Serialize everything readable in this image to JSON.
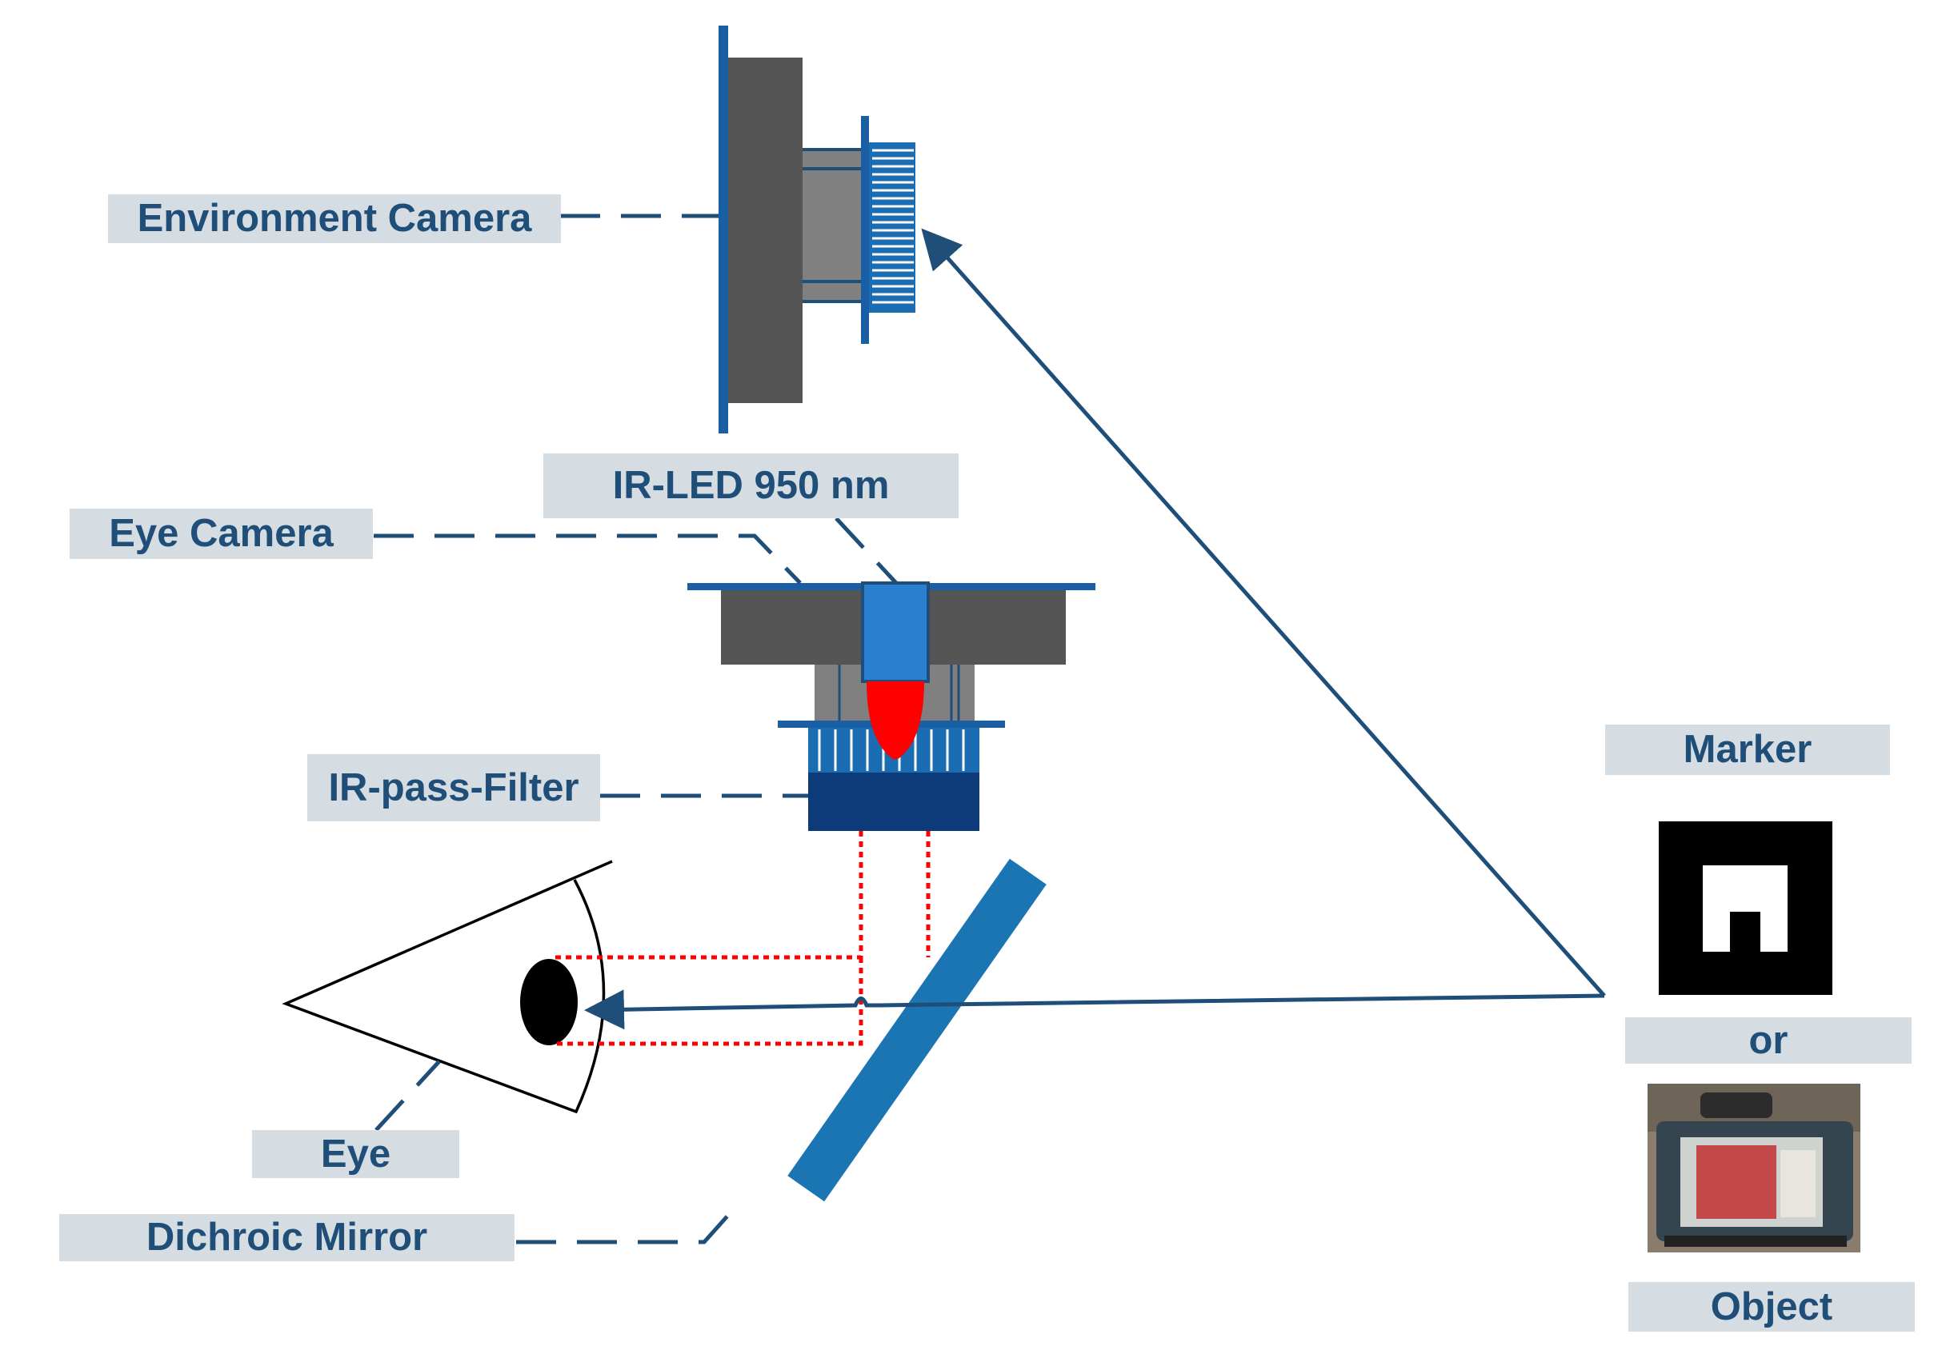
{
  "labels": {
    "environment_camera": "Environment Camera",
    "ir_led": "IR-LED 950 nm",
    "eye_camera": "Eye Camera",
    "ir_pass_filter": "IR-pass-Filter",
    "eye": "Eye",
    "dichroic_mirror": "Dichroic Mirror",
    "marker": "Marker",
    "or": "or",
    "object": "Object"
  },
  "colors": {
    "label_bg": "#d6dde2",
    "label_text": "#1f4e79",
    "navy": "#1f4e79",
    "dark_gray": "#555555",
    "mid_gray": "#808080",
    "mirror_blue": "#1b75b3",
    "filter_blue": "#1a6db3",
    "filter_dark": "#0d3b7a",
    "led_blue": "#2a7fd0",
    "led_red": "#ff0000",
    "ir_ray": "#ff0000"
  },
  "icons": {
    "marker": "fiducial-marker-icon",
    "object": "object-photo-icon"
  }
}
